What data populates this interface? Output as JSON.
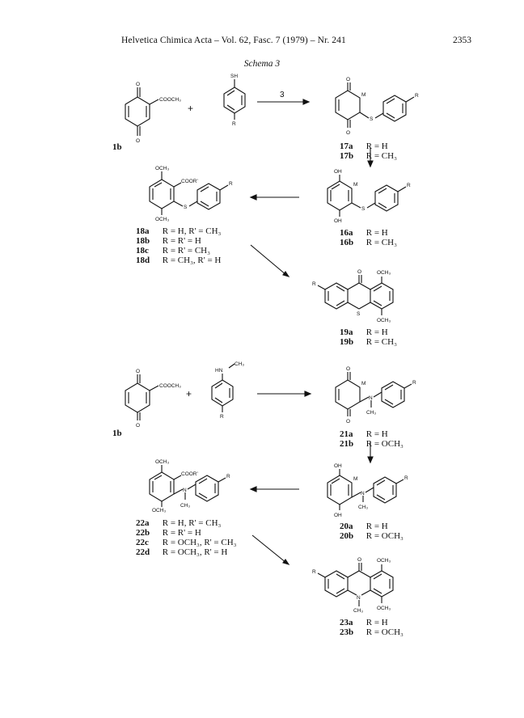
{
  "header": {
    "title": "Helvetica Chimica Acta – Vol. 62, Fasc. 7 (1979) – Nr. 241",
    "page_number": "2353"
  },
  "schema_title": "Schema 3",
  "reagent_label": "3",
  "atoms": {
    "O": "O",
    "S": "S",
    "N": "N",
    "R": "R",
    "M": "M",
    "SH": "SH",
    "OH": "OH",
    "OCH3": "OCH₃",
    "CH3": "CH₃",
    "COOCH3": "COOCH₃",
    "COOR": "COOR'",
    "HN": "HN",
    "plus": "+"
  },
  "compounds": {
    "c1b_top": "1b",
    "c1b_bottom": "1b",
    "c17a": {
      "id": "17a",
      "sub": "R = H"
    },
    "c17b": {
      "id": "17b",
      "sub": "R = CH₃"
    },
    "c16a": {
      "id": "16a",
      "sub": "R = H"
    },
    "c16b": {
      "id": "16b",
      "sub": "R = CH₃"
    },
    "c18a": {
      "id": "18a",
      "sub": "R = H, R' = CH₃"
    },
    "c18b": {
      "id": "18b",
      "sub": "R = R' = H"
    },
    "c18c": {
      "id": "18c",
      "sub": "R = R' = CH₃"
    },
    "c18d": {
      "id": "18d",
      "sub": "R = CH₃, R' = H"
    },
    "c19a": {
      "id": "19a",
      "sub": "R = H"
    },
    "c19b": {
      "id": "19b",
      "sub": "R = CH₃"
    },
    "c21a": {
      "id": "21a",
      "sub": "R = H"
    },
    "c21b": {
      "id": "21b",
      "sub": "R = OCH₃"
    },
    "c20a": {
      "id": "20a",
      "sub": "R = H"
    },
    "c20b": {
      "id": "20b",
      "sub": "R = OCH₃"
    },
    "c22a": {
      "id": "22a",
      "sub": "R = H, R' = CH₃"
    },
    "c22b": {
      "id": "22b",
      "sub": "R = R' = H"
    },
    "c22c": {
      "id": "22c",
      "sub": "R = OCH₃, R' = CH₃"
    },
    "c22d": {
      "id": "22d",
      "sub": "R = OCH₃, R' = H"
    },
    "c23a": {
      "id": "23a",
      "sub": "R = H"
    },
    "c23b": {
      "id": "23b",
      "sub": "R = OCH₃"
    }
  }
}
